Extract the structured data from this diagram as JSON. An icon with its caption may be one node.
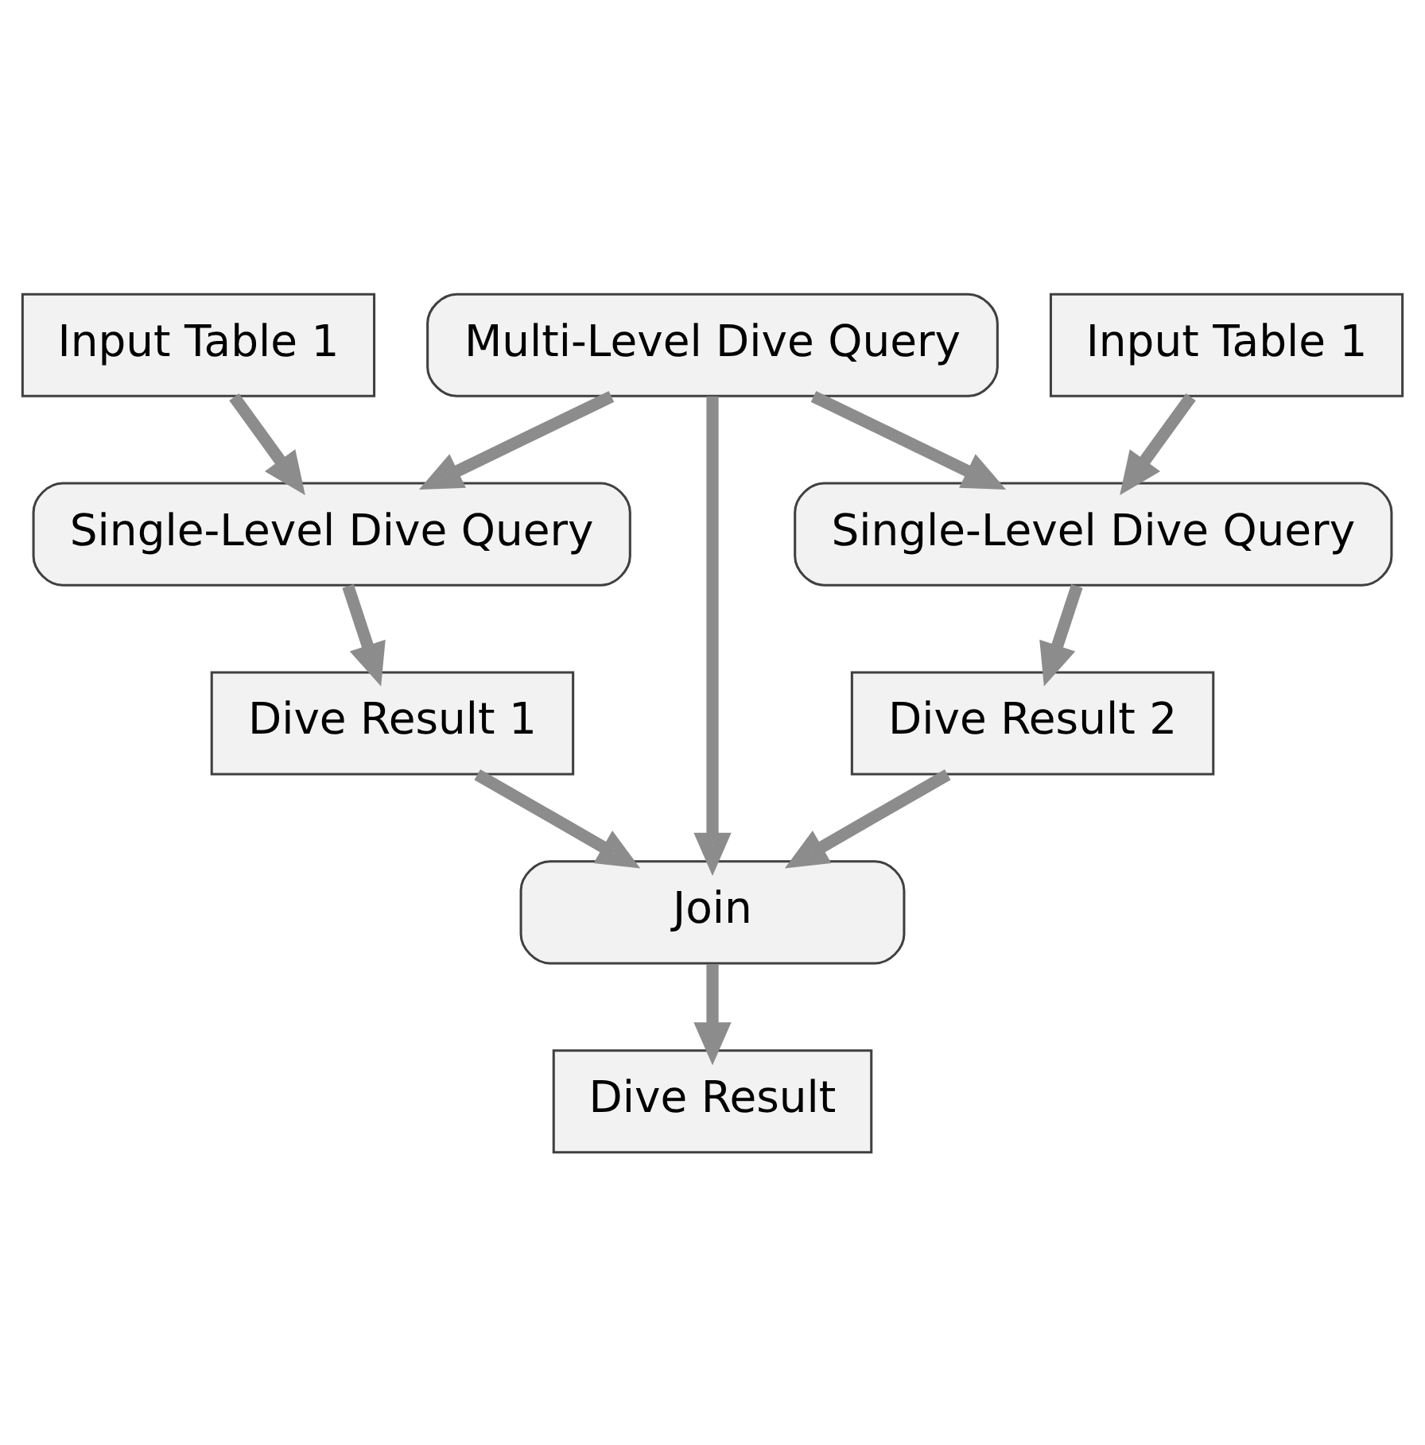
{
  "diagram": {
    "nodes": [
      {
        "text": [
          "Input Table 1"
        ]
      },
      {
        "text": [
          "Input Table 1"
        ]
      },
      {
        "text": [
          "Multi-Level Dive Query"
        ]
      },
      {
        "text": [
          "Single-Level Dive Query"
        ]
      },
      {
        "text": [
          "Single-Level Dive Query"
        ]
      },
      {
        "text": [
          "Dive Result 1"
        ]
      },
      {
        "text": [
          "Dive Result 2"
        ]
      },
      {
        "text": [
          "Join"
        ]
      },
      {
        "text": [
          "Dive Result"
        ]
      }
    ],
    "edges": [
      {
        "from": 2,
        "to": 3,
        "arrow": "to"
      },
      {
        "from": 0,
        "to": 3,
        "arrow": "to"
      },
      {
        "from": 2,
        "to": 4,
        "arrow": "to"
      },
      {
        "from": 1,
        "to": 4,
        "arrow": "to"
      },
      {
        "from": 3,
        "to": 5,
        "arrow": "to"
      },
      {
        "from": 4,
        "to": 6,
        "arrow": "to"
      },
      {
        "from": 5,
        "to": 7,
        "arrow": "to"
      },
      {
        "from": 2,
        "to": 7,
        "arrow": "to"
      },
      {
        "from": 6,
        "to": 7,
        "arrow": "to"
      },
      {
        "from": 7,
        "to": 8,
        "arrow": "to"
      }
    ]
  }
}
